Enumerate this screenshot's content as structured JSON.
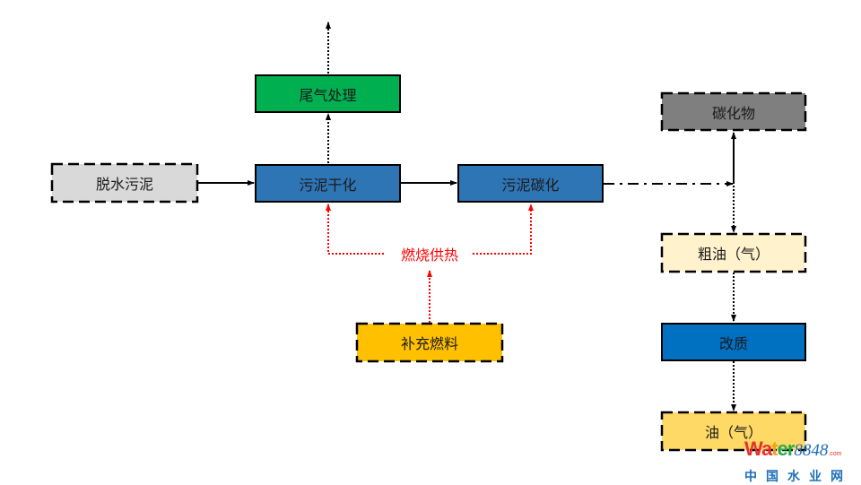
{
  "diagram": {
    "title": "污泥干化碳化工艺流程",
    "nodes": {
      "dewatered_sludge": {
        "label": "脱水污泥",
        "fill": "#d9d9d9",
        "border": "dashed"
      },
      "sludge_drying": {
        "label": "污泥干化",
        "fill": "#2e75b6",
        "border": "solid"
      },
      "tail_gas": {
        "label": "尾气处理",
        "fill": "#00b050",
        "border": "solid"
      },
      "sludge_carbonization": {
        "label": "污泥碳化",
        "fill": "#2e75b6",
        "border": "solid"
      },
      "char": {
        "label": "碳化物",
        "fill": "#7f7f7f",
        "border": "dashed"
      },
      "crude_oil_gas": {
        "label": "粗油（气）",
        "fill": "#fff2cc",
        "border": "dashed"
      },
      "upgrading": {
        "label": "改质",
        "fill": "#0070c0",
        "border": "solid"
      },
      "oil_gas": {
        "label": "油（气）",
        "fill": "#ffd966",
        "border": "dashed"
      },
      "supplementary_fuel": {
        "label": "补充燃料",
        "fill": "#ffc000",
        "border": "dashed"
      }
    },
    "heat_label": "燃烧供热",
    "heat_color": "#ff0000",
    "edges": [
      {
        "from": "dewatered_sludge",
        "to": "sludge_drying",
        "style": "solid"
      },
      {
        "from": "sludge_drying",
        "to": "sludge_carbonization",
        "style": "solid"
      },
      {
        "from": "sludge_drying",
        "to": "tail_gas",
        "style": "dotted"
      },
      {
        "from": "tail_gas",
        "to": "exhaust",
        "style": "dotted"
      },
      {
        "from": "sludge_carbonization",
        "to": "junction",
        "style": "dash-dot"
      },
      {
        "from": "junction",
        "to": "char",
        "style": "solid"
      },
      {
        "from": "junction",
        "to": "crude_oil_gas",
        "style": "dotted"
      },
      {
        "from": "crude_oil_gas",
        "to": "upgrading",
        "style": "dotted"
      },
      {
        "from": "upgrading",
        "to": "oil_gas",
        "style": "dotted"
      },
      {
        "from": "supplementary_fuel",
        "to": "heat_label",
        "style": "dotted-red"
      },
      {
        "from": "heat_label",
        "to": "sludge_drying",
        "style": "dotted-red"
      },
      {
        "from": "heat_label",
        "to": "sludge_carbonization",
        "style": "dotted-red"
      }
    ]
  },
  "watermark": {
    "brand_w": "W",
    "brand_a": "a",
    "brand_t": "t",
    "brand_er": "er",
    "brand_num": "8848",
    "brand_com": ".com",
    "subtitle": "中国水业网"
  }
}
